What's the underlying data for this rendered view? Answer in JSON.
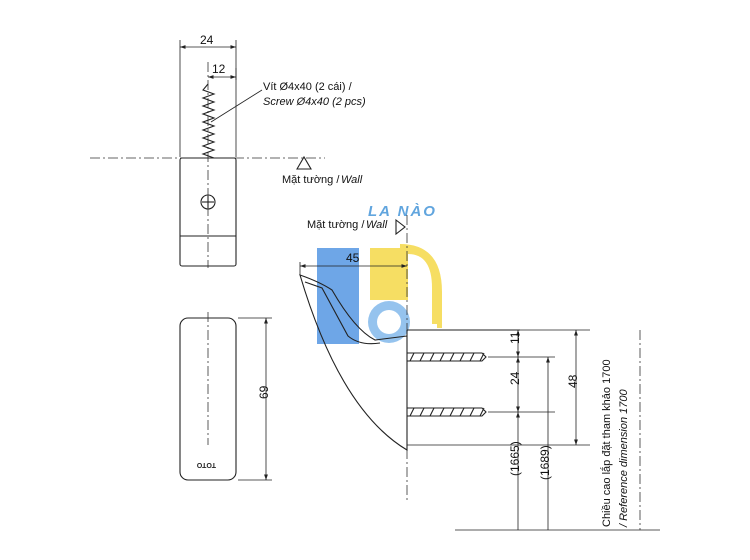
{
  "dimensions": {
    "front_width": "24",
    "screw_offset": "12",
    "body_height": "69",
    "projection": "45",
    "screw_top": "11",
    "screw_spacing": "24",
    "overall_height": "48",
    "height_1665": "(1665)",
    "height_1689": "(1689)"
  },
  "labels": {
    "screw_vi": "Vít Ø4x40 (2 cái) /",
    "screw_en": "Screw Ø4x40 (2 pcs)",
    "wall_vi": "Mặt tường /",
    "wall_en": "Wall",
    "wall2_vi": "Mặt tường /",
    "wall2_en": "Wall",
    "ref_vi": "Chiều cao lắp đặt tham khảo 1700",
    "ref_en": "/ Reference dimension 1700"
  },
  "brand_mark": "TOTO",
  "watermark": {
    "text": "LA NÀO",
    "colors": {
      "blue": "#4a90e2",
      "yellow": "#f5d63d",
      "light_blue": "#a9cdf2"
    }
  }
}
